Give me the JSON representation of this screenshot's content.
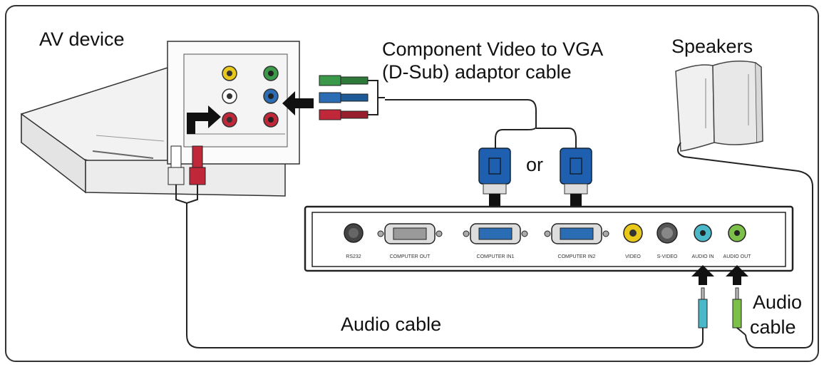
{
  "labels": {
    "av_device": "AV device",
    "component_cable_line1": "Component Video to VGA",
    "component_cable_line2": "(D-Sub) adaptor cable",
    "speakers": "Speakers",
    "or": "or",
    "audio_cable_left": "Audio cable",
    "audio_cable_right_line1": "Audio",
    "audio_cable_right_line2": "cable"
  },
  "projector_ports": {
    "rs232": "RS232",
    "computer_out": "COMPUTER OUT",
    "computer_in1": "COMPUTER IN1",
    "computer_in2": "COMPUTER IN2",
    "video": "VIDEO",
    "s_video": "S-VIDEO",
    "audio_in": "AUDIO IN",
    "audio_out": "AUDIO OUT"
  },
  "colors": {
    "green_rca": "#3a9a4a",
    "blue_rca": "#2a6db5",
    "red_rca": "#c0283a",
    "yellow_rca": "#e8c81a",
    "vga_blue": "#1f5fb0",
    "audio_in_teal": "#4ab8c8",
    "audio_out_green": "#7cc04a"
  }
}
